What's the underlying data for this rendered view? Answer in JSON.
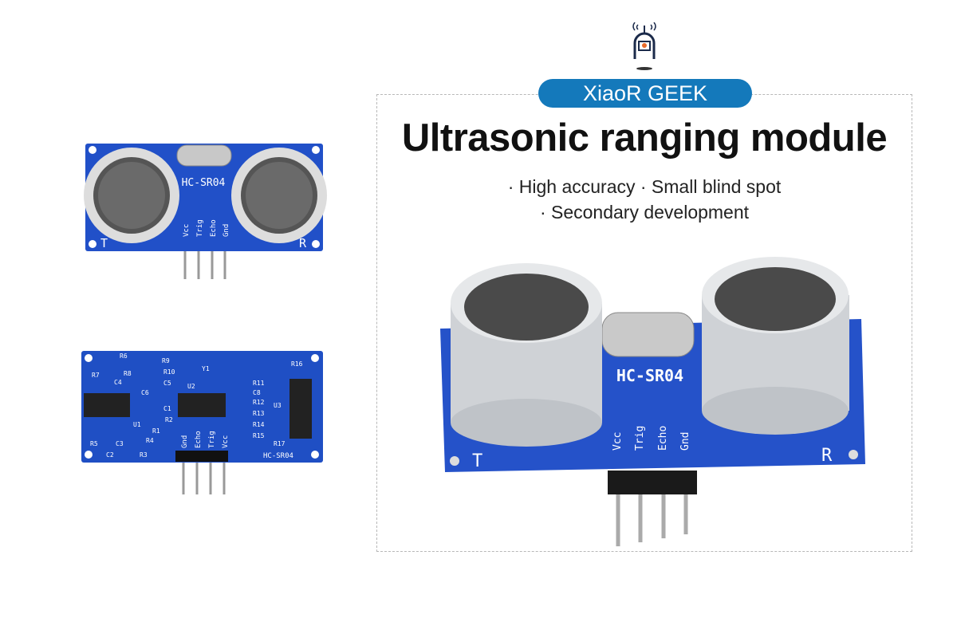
{
  "brand": {
    "name": "XiaoR GEEK",
    "color": "#1479bb",
    "logo_icon": "robot-logo-icon"
  },
  "headline": "Ultrasonic ranging module",
  "features": [
    "· High accuracy · Small blind spot",
    "· Secondary development"
  ],
  "board": {
    "model": "HC-SR04",
    "pins_front": [
      "Vcc",
      "Trig",
      "Echo",
      "Gnd"
    ],
    "pins_back": [
      "Gnd",
      "Echo",
      "Trig",
      "Vcc"
    ],
    "transmitter_label": "T",
    "receiver_label": "R",
    "back_labels": [
      "R6",
      "R7",
      "R8",
      "R9",
      "C4",
      "R10",
      "C5",
      "C6",
      "C1",
      "R2",
      "R1",
      "R4",
      "R5",
      "C3",
      "C2",
      "R3",
      "U1",
      "U2",
      "Y1",
      "R11",
      "C8",
      "R12",
      "R13",
      "R14",
      "R15",
      "U3",
      "R16",
      "R17"
    ],
    "pcb_color": "#1f4fc4"
  }
}
